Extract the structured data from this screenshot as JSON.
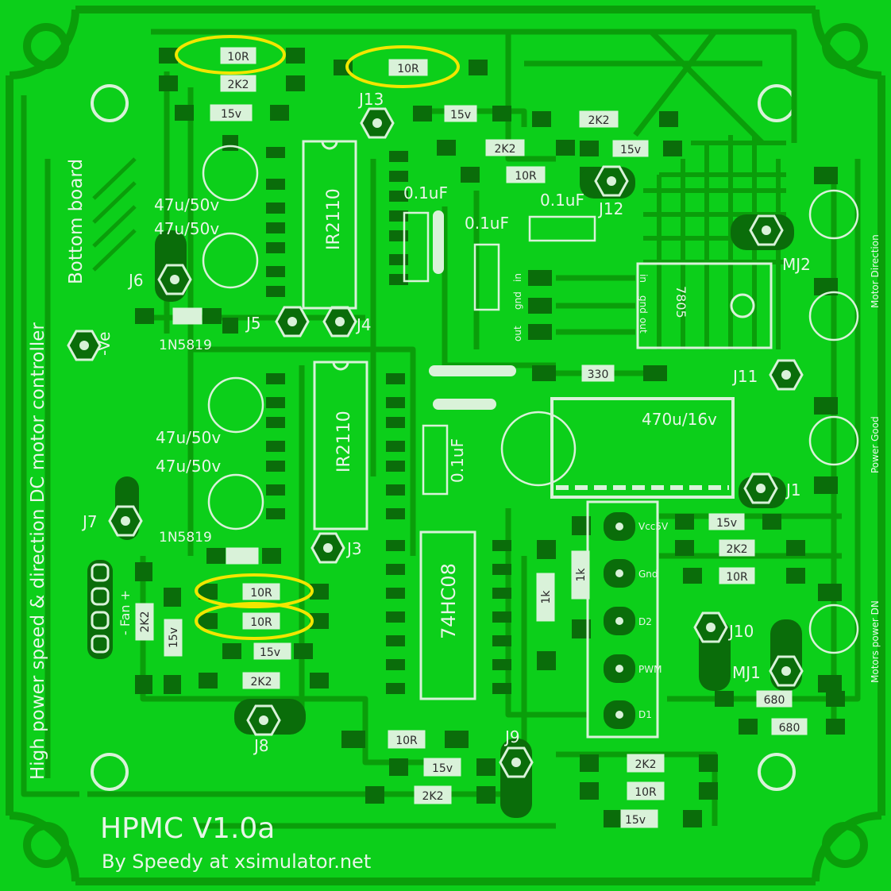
{
  "title": "HPMC V1.0a",
  "credit": "By Speedy at xsimulator.net",
  "side_text_1": "High power speed & direction DC motor controller",
  "side_text_2": "Bottom board",
  "right_labels": {
    "motor_direction": "Motor Direction",
    "power_good": "Power Good",
    "motors_power_dn": "Motors power DN"
  },
  "connectors": {
    "j1": "J1",
    "j3": "J3",
    "j4": "J4",
    "j5": "J5",
    "j6": "J6",
    "j7": "J7",
    "j8": "J8",
    "j9": "J9",
    "j10": "J10",
    "j11": "J11",
    "j12": "J12",
    "j13": "J13",
    "mj1": "MJ1",
    "mj2": "MJ2",
    "neg_ve": "-Ve",
    "fan": "- Fan +"
  },
  "chips": {
    "ir2110_top": "IR2110",
    "ir2110_bottom": "IR2110",
    "hc08": "74HC08",
    "reg": "7805"
  },
  "reg_pins": {
    "in": "in",
    "gnd": "gnd",
    "out": "out"
  },
  "header_pins": [
    "Vcc5V",
    "Gnd",
    "D2",
    "PWM",
    "D1"
  ],
  "caps": {
    "c1": "47u/50v",
    "c2": "47u/50v",
    "c3": "47u/50v",
    "c4": "47u/50v",
    "c01a": "0.1uF",
    "c01b": "0.1uF",
    "c01c": "0.1uF",
    "c01d": "0.1uF",
    "c470": "470u/16v"
  },
  "diodes": {
    "d1": "1N5819",
    "d2": "1N5819"
  },
  "resistors": {
    "r10r_a": "10R",
    "r10r_b": "10R",
    "r10r_c": "10R",
    "r10r_d": "10R",
    "r10r_e": "10R",
    "r10r_f": "10R",
    "r10r_g": "10R",
    "r10r_h": "10R",
    "r2k2_a": "2K2",
    "r2k2_b": "2K2",
    "r2k2_c": "2K2",
    "r2k2_d": "2K2",
    "r2k2_e": "2K2",
    "r2k2_f": "2K2",
    "r2k2_g": "2K2",
    "r2k2_h": "2K2",
    "z15_a": "15v",
    "z15_b": "15v",
    "z15_c": "15v",
    "z15_d": "15v",
    "z15_e": "15v",
    "z15_f": "15v",
    "z15_g": "15v",
    "z15_h": "15v",
    "r330": "330",
    "r1k_a": "1k",
    "r1k_b": "1k",
    "r680_a": "680",
    "r680_b": "680"
  },
  "colors": {
    "board": "#0ccf1a",
    "trace": "#0a9e0a",
    "pad": "#0a6d0a",
    "silk": "#e8f5e8",
    "highlight": "#f2e600"
  }
}
